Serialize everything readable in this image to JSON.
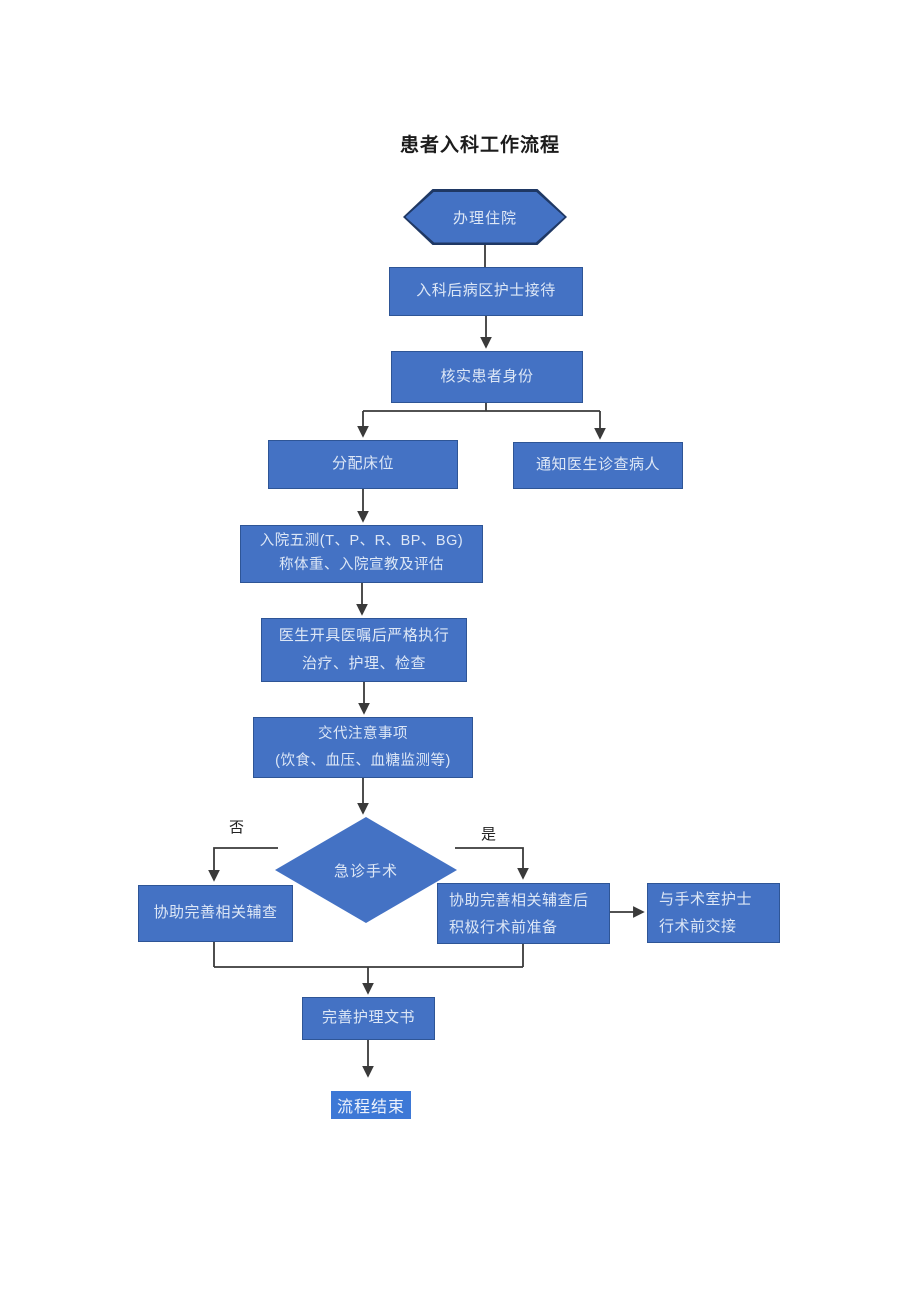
{
  "title": "患者入科工作流程",
  "colors": {
    "node_fill": "#4472c4",
    "node_border": "#2e5596",
    "hexagon_border": "#1f3864",
    "node_text": "#dde7f6",
    "connector": "#3a3a3a",
    "end_highlight_bg": "#3d78d6",
    "end_highlight_text": "#eef3fc",
    "page_background": "#ffffff"
  },
  "flowchart": {
    "type": "flowchart",
    "nodes": {
      "start": {
        "shape": "hexagon",
        "label": "办理住院"
      },
      "reception": {
        "shape": "rect",
        "label": "入科后病区护士接待"
      },
      "verify": {
        "shape": "rect",
        "label": "核实患者身份"
      },
      "assign_bed": {
        "shape": "rect",
        "label": "分配床位"
      },
      "notify_doctor": {
        "shape": "rect",
        "label": "通知医生诊查病人"
      },
      "five_checks": {
        "shape": "rect",
        "label": "入院五测(T、P、R、BP、BG)\n称体重、入院宣教及评估"
      },
      "doctor_orders": {
        "shape": "rect",
        "label": "医生开具医嘱后严格执行\n治疗、护理、检查"
      },
      "precautions": {
        "shape": "rect",
        "label": "交代注意事项\n(饮食、血压、血糖监测等)"
      },
      "emergency_surgery": {
        "shape": "diamond",
        "label": "急诊手术"
      },
      "assist_exams": {
        "shape": "rect",
        "label": "协助完善相关辅查"
      },
      "assist_exams_prep": {
        "shape": "rect",
        "label": "协助完善相关辅查后\n积极行术前准备"
      },
      "or_handover": {
        "shape": "rect",
        "label": "与手术室护士\n行术前交接"
      },
      "nursing_docs": {
        "shape": "rect",
        "label": "完善护理文书"
      },
      "end": {
        "shape": "highlight",
        "label": "流程结束"
      }
    },
    "branch_labels": {
      "no": "否",
      "yes": "是"
    },
    "edges": [
      {
        "from": "start",
        "to": "reception"
      },
      {
        "from": "reception",
        "to": "verify"
      },
      {
        "from": "verify",
        "to": "assign_bed"
      },
      {
        "from": "verify",
        "to": "notify_doctor"
      },
      {
        "from": "assign_bed",
        "to": "five_checks"
      },
      {
        "from": "five_checks",
        "to": "doctor_orders"
      },
      {
        "from": "doctor_orders",
        "to": "precautions"
      },
      {
        "from": "precautions",
        "to": "emergency_surgery"
      },
      {
        "from": "emergency_surgery",
        "to": "assist_exams",
        "label": "否"
      },
      {
        "from": "emergency_surgery",
        "to": "assist_exams_prep",
        "label": "是"
      },
      {
        "from": "assist_exams_prep",
        "to": "or_handover"
      },
      {
        "from": "assist_exams",
        "to": "nursing_docs"
      },
      {
        "from": "assist_exams_prep",
        "to": "nursing_docs"
      },
      {
        "from": "nursing_docs",
        "to": "end"
      }
    ]
  }
}
